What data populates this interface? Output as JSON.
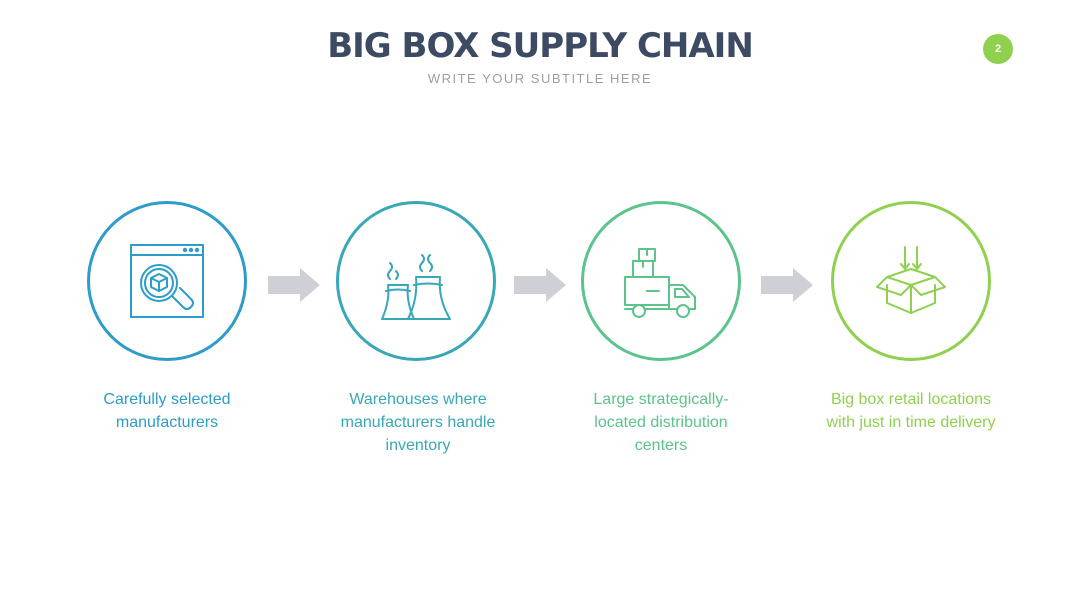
{
  "slide": {
    "title": "BIG BOX SUPPLY CHAIN",
    "subtitle": "WRITE YOUR SUBTITLE HERE",
    "page_number": "2"
  },
  "steps": [
    {
      "label": "Carefully selected manufacturers",
      "icon": "window-search-box-icon",
      "color": "#2d9ccb"
    },
    {
      "label": "Warehouses where manufacturers handle inventory",
      "icon": "factory-cooling-tower-icon",
      "color": "#38a7b7"
    },
    {
      "label": "Large strategically-located distribution centers",
      "icon": "delivery-truck-icon",
      "color": "#5cc38a"
    },
    {
      "label": "Big box retail locations with just in time delivery",
      "icon": "open-box-icon",
      "color": "#8fd14f"
    }
  ],
  "colors": {
    "title": "#3d4a63",
    "subtitle": "#9aa0a8",
    "arrow": "#cfd0d5",
    "badge": "#8fd14f"
  }
}
